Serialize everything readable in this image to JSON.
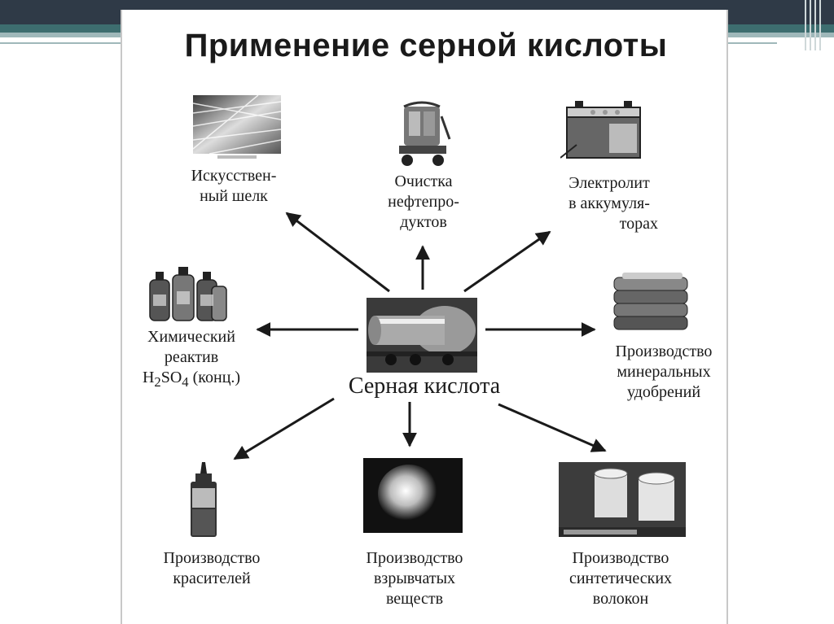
{
  "title": "Применение серной кислоты",
  "center": {
    "label": "Серная кислота"
  },
  "nodes": {
    "silk": {
      "lines": [
        "Искусствен-",
        "ный шелк"
      ]
    },
    "oil": {
      "lines": [
        "Очистка",
        "нефтепро-",
        "дуктов"
      ]
    },
    "electrolyte": {
      "lines": [
        "Электролит",
        "в аккумуля-",
        "торах"
      ]
    },
    "reagent": {
      "line1": "Химический",
      "line2": "реактив",
      "formula": {
        "h": "H",
        "sub2": "2",
        "so": "SO",
        "sub4": "4",
        "rest": " (конц.)"
      }
    },
    "fertilizers": {
      "lines": [
        "Производство",
        "минеральных",
        "удобрений"
      ]
    },
    "dyes": {
      "lines": [
        "Производство",
        "красителей"
      ]
    },
    "explosives": {
      "lines": [
        "Производство",
        "взрывчатых",
        "веществ"
      ]
    },
    "fibers": {
      "lines": [
        "Производство",
        "синтетических",
        "волокон"
      ]
    }
  },
  "colors": {
    "band_dark": "#2f3a47",
    "band_teal": "#3d6d6f",
    "band_light": "#9fb8ba",
    "ink": "#1a1a1a"
  }
}
